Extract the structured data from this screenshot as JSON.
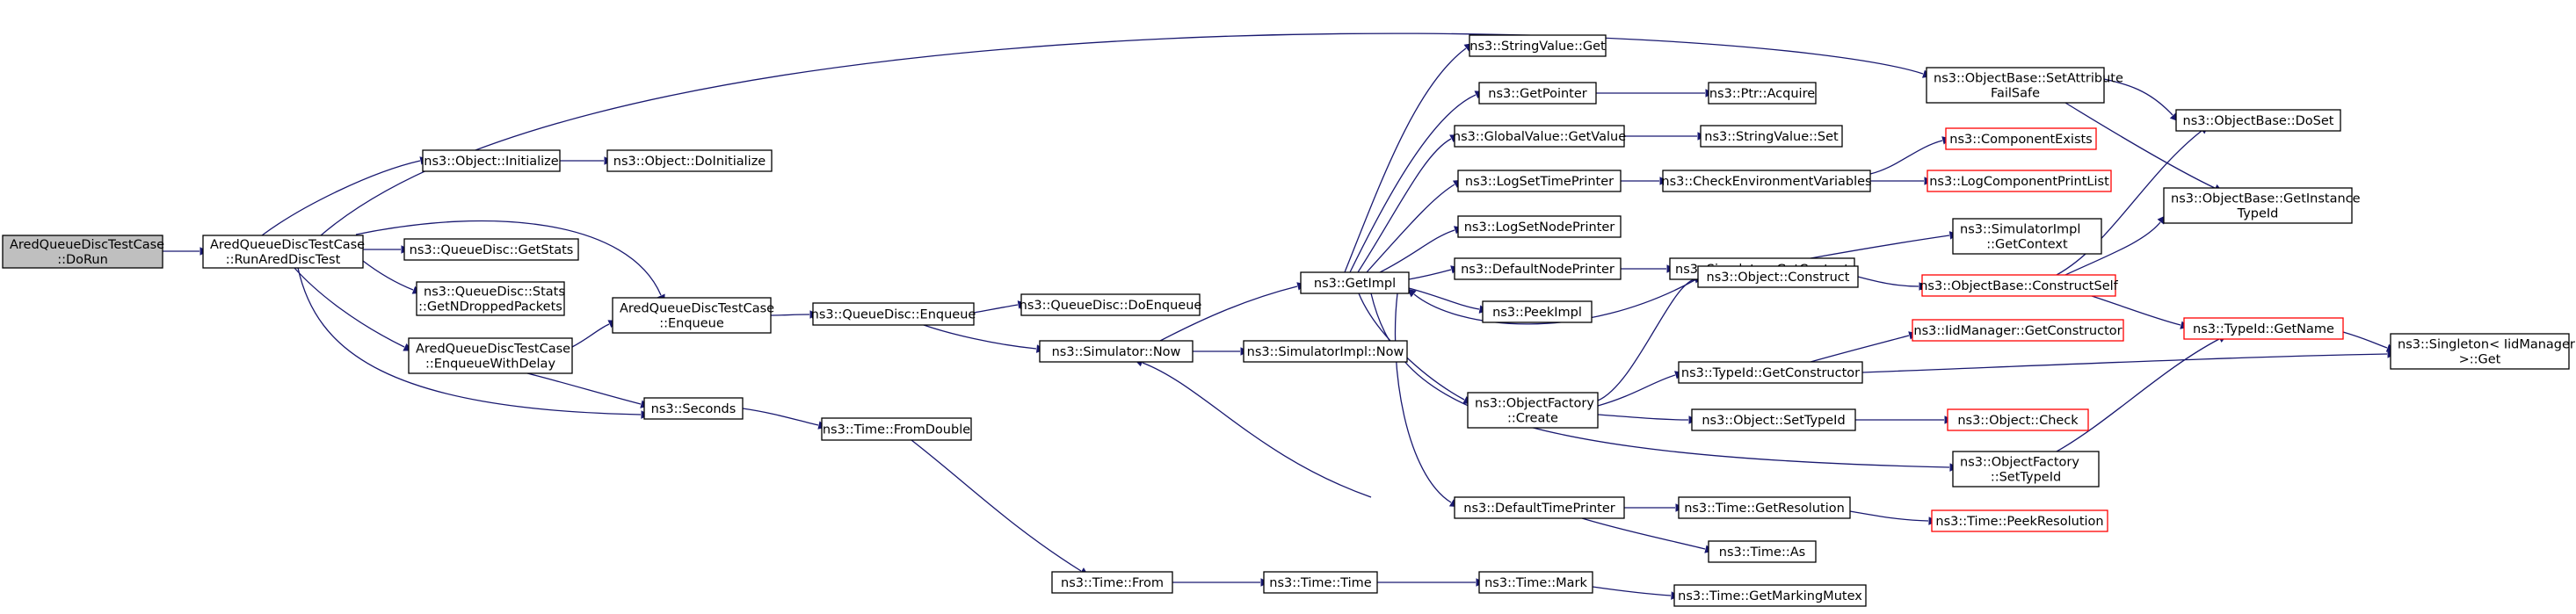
{
  "colors": {
    "edge": "#191970",
    "node_border": "#000000",
    "undocumented_border": "#ff0000",
    "current_fill": "#bfbfbf"
  },
  "nodes": {
    "doRun": [
      "AredQueueDiscTestCase",
      "::DoRun"
    ],
    "runAred": [
      "AredQueueDiscTestCase",
      "::RunAredDiscTest"
    ],
    "objInit": [
      "ns3::Object::Initialize"
    ],
    "objDoInit": [
      "ns3::Object::DoInitialize"
    ],
    "getStats": [
      "ns3::QueueDisc::GetStats"
    ],
    "statsNDropped": [
      "ns3::QueueDisc::Stats",
      "::GetNDroppedPackets"
    ],
    "enqueueDelay": [
      "AredQueueDiscTestCase",
      "::EnqueueWithDelay"
    ],
    "aredEnqueue": [
      "AredQueueDiscTestCase",
      "::Enqueue"
    ],
    "qdEnqueue": [
      "ns3::QueueDisc::Enqueue"
    ],
    "qdDoEnqueue": [
      "ns3::QueueDisc::DoEnqueue"
    ],
    "seconds": [
      "ns3::Seconds"
    ],
    "fromDouble": [
      "ns3::Time::FromDouble"
    ],
    "simNow": [
      "ns3::Simulator::Now"
    ],
    "simImplNow": [
      "ns3::SimulatorImpl::Now"
    ],
    "getImpl": [
      "ns3::GetImpl"
    ],
    "strGet": [
      "ns3::StringValue::Get"
    ],
    "getPointer": [
      "ns3::GetPointer"
    ],
    "ptrAcquire": [
      "ns3::Ptr::Acquire"
    ],
    "gvGetValue": [
      "ns3::GlobalValue::GetValue"
    ],
    "strSet": [
      "ns3::StringValue::Set"
    ],
    "logSetTime": [
      "ns3::LogSetTimePrinter"
    ],
    "checkEnv": [
      "ns3::CheckEnvironmentVariables"
    ],
    "compExists": [
      "ns3::ComponentExists"
    ],
    "logCompPrint": [
      "ns3::LogComponentPrintList"
    ],
    "logSetNode": [
      "ns3::LogSetNodePrinter"
    ],
    "defNode": [
      "ns3::DefaultNodePrinter"
    ],
    "simGetCtx": [
      "ns3::Simulator::GetContext"
    ],
    "simImplGetCtx": [
      "ns3::SimulatorImpl",
      "::GetContext"
    ],
    "peekImpl": [
      "ns3::PeekImpl"
    ],
    "objConstruct": [
      "ns3::Object::Construct"
    ],
    "constructSelf": [
      "ns3::ObjectBase::ConstructSelf"
    ],
    "objFactCreate": [
      "ns3::ObjectFactory",
      "::Create"
    ],
    "typeIdGetCtor": [
      "ns3::TypeId::GetConstructor"
    ],
    "iidGetCtor": [
      "ns3::IidManager::GetConstructor"
    ],
    "objSetTypeId": [
      "ns3::Object::SetTypeId"
    ],
    "objCheck": [
      "ns3::Object::Check"
    ],
    "objFactSetTypeId": [
      "ns3::ObjectFactory",
      "::SetTypeId"
    ],
    "defTimePrinter": [
      "ns3::DefaultTimePrinter"
    ],
    "timeGetRes": [
      "ns3::Time::GetResolution"
    ],
    "timePeekRes": [
      "ns3::Time::PeekResolution"
    ],
    "timeAs": [
      "ns3::Time::As"
    ],
    "timeFrom": [
      "ns3::Time::From"
    ],
    "timeTime": [
      "ns3::Time::Time"
    ],
    "timeMark": [
      "ns3::Time::Mark"
    ],
    "timeGetMutex": [
      "ns3::Time::GetMarkingMutex"
    ],
    "setAttrFailSafe": [
      "ns3::ObjectBase::SetAttribute",
      "FailSafe"
    ],
    "doSet": [
      "ns3::ObjectBase::DoSet"
    ],
    "getInstTypeId": [
      "ns3::ObjectBase::GetInstance",
      "TypeId"
    ],
    "typeIdGetName": [
      "ns3::TypeId::GetName"
    ],
    "singletonGet": [
      "ns3::Singleton< IidManager",
      " >::Get"
    ]
  }
}
